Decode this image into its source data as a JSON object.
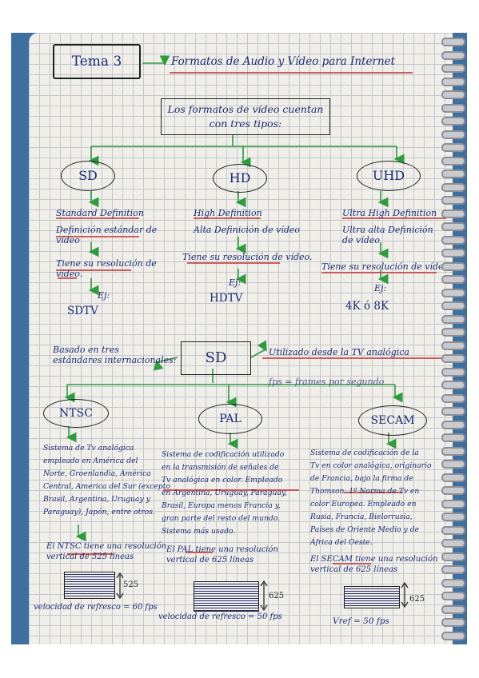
{
  "header": {
    "title_box": "Tema 3",
    "title": "Formatos de Audio y Vídeo para Internet"
  },
  "intro_box": {
    "line1": "Los formatos de vídeo cuentan",
    "line2": "con tres tipos:"
  },
  "formats": {
    "sd": {
      "label": "SD",
      "name": "Standard Definition",
      "desc": "Definición estándar de\nvídeo",
      "res": "Tiene su resolución de\nvídeo.",
      "ej": "Ej:",
      "example": "SDTV"
    },
    "hd": {
      "label": "HD",
      "name": "High Definition",
      "desc": "Alta Definición de vídeo",
      "res": "Tiene su resolución de vídeo.",
      "ej": "Ej:",
      "example": "HDTV"
    },
    "uhd": {
      "label": "UHD",
      "name": "Ultra High Definition",
      "desc": "Ultra alta Definición\nde vídeo",
      "res": "Tiene su resolución de vídeo",
      "ej": "Ej:",
      "example": "4K ó 8K"
    }
  },
  "sd_section": {
    "label": "SD",
    "based_on": "Basado en tres\nestándares internacionales:",
    "used": "Utilizado desde la TV analógica",
    "fps_note": "fps = frames por segundo"
  },
  "standards": {
    "ntsc": {
      "label": "NTSC",
      "desc": "Sistema de Tv analógica\nempleado en América del\nNorte, Groenlandia, América\nCentral, America del Sur (excepto\nBrasil, Argentina, Uruguay y\nParaguay), Japón, entre otros.",
      "res": "El NTSC tiene una resolución\nvertical de 525 líneas",
      "lines": "525",
      "speed": "velocidad de refresco = 60 fps"
    },
    "pal": {
      "label": "PAL",
      "desc": "Sistema de codificación utilizado\nen la transmisión de señales de\nTv analógica en color. Empleado\nen Argentina, Uruguay, Paraguay,\nBrasil, Europa menos Francia y,\ngran parte del resto del mundo.\nSistema más usado.",
      "res": "El PAL tiene una resolución\nvertical de 625 líneas",
      "lines": "625",
      "speed": "velocidad de refresco = 50 fps"
    },
    "secam": {
      "label": "SECAM",
      "desc": "Sistema de codificación de la\nTv en color analógica, originario\nde Francia, bajo la firma de\nThomson. 1º Norma de Tv en\ncolor Europea. Empleado en\nRusia, Francia, Bielorrusia,\nPaíses de Oriente Medio y de\nÁfrica del Oeste.",
      "res": "El SECAM tiene una resolución\nvertical de 625 líneas",
      "lines": "625",
      "speed": "Vref = 50 fps"
    }
  },
  "colors": {
    "ink": "#1d2c74",
    "arrow": "#2f9a3e",
    "underline": "#c03030",
    "paper": "#efeee9"
  }
}
